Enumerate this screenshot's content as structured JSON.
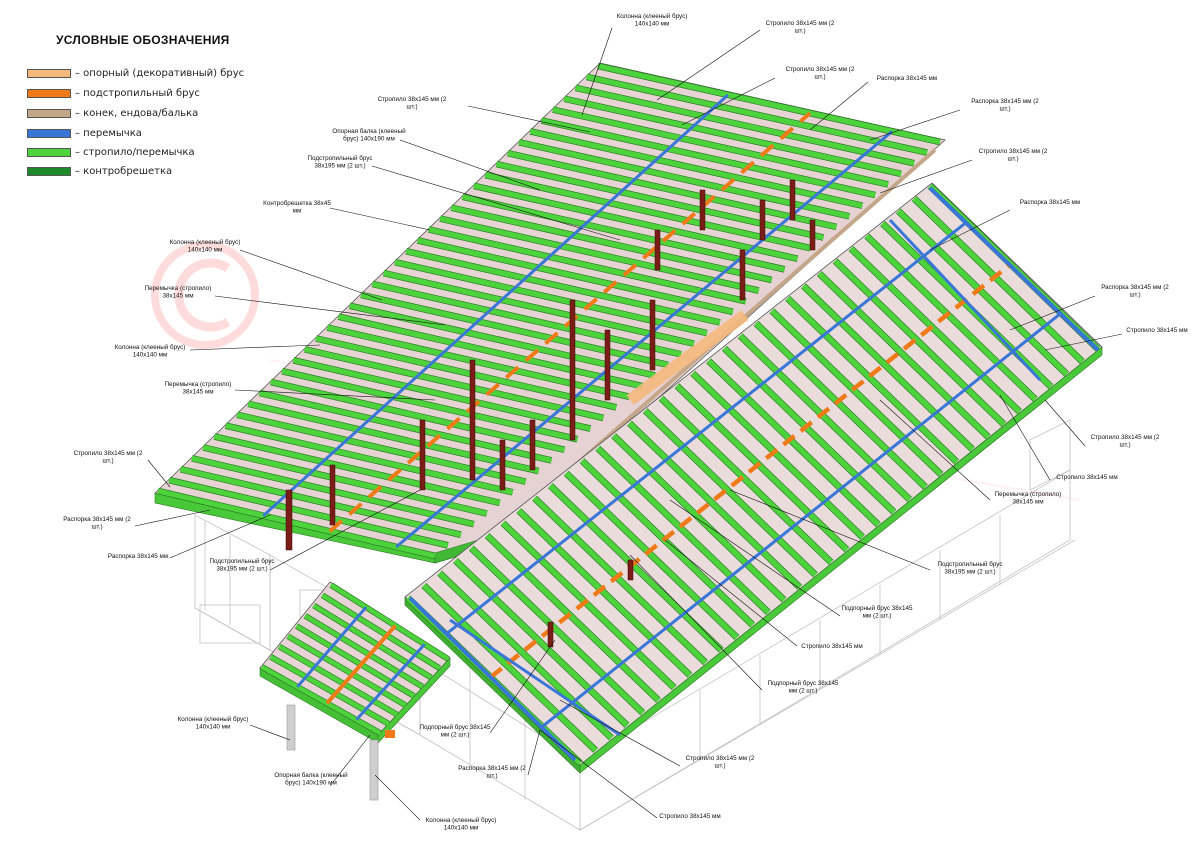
{
  "legend": {
    "title": "УСЛОВНЫЕ ОБОЗНАЧЕНИЯ",
    "items": [
      {
        "label": "– опорный (декоративный) брус",
        "color": "#f5b97e"
      },
      {
        "label": "– подстропильный брус",
        "color": "#f07a18"
      },
      {
        "label": "– конек, ендова/балька",
        "color": "#c4a68a"
      },
      {
        "label": "– перемычка",
        "color": "#3a76d8"
      },
      {
        "label": "– стропило/перемычка",
        "color": "#4dd43c"
      },
      {
        "label": "– контробрешетка",
        "color": "#1f8a2c"
      }
    ]
  },
  "callouts": [
    {
      "id": "c01",
      "lines": [
        "Колонна (клееный брус)",
        "140x140 мм"
      ]
    },
    {
      "id": "c02",
      "lines": [
        "Стропило 38x145 мм (2",
        "шт.)"
      ]
    },
    {
      "id": "c03",
      "lines": [
        "Стропило 38x145 мм (2",
        "шт.)"
      ]
    },
    {
      "id": "c04",
      "lines": [
        "Распорка 38x145 мм"
      ]
    },
    {
      "id": "c05",
      "lines": [
        "Распорка 38x145 мм (2",
        "шт.)"
      ]
    },
    {
      "id": "c06",
      "lines": [
        "Стропило 38x145 мм (2",
        "шт.)"
      ]
    },
    {
      "id": "c07",
      "lines": [
        "Стропило 38x145 мм (2",
        "шт.)"
      ]
    },
    {
      "id": "c08",
      "lines": [
        "Опорная балка (клееный",
        "брус) 140x190 мм"
      ]
    },
    {
      "id": "c09",
      "lines": [
        "Подстропильный брус",
        "38x195 мм (2 шт.)"
      ]
    },
    {
      "id": "c10",
      "lines": [
        "Контробрешетка 38x45",
        "мм"
      ]
    },
    {
      "id": "c11",
      "lines": [
        "Колонна (клееный брус)",
        "140x140 мм"
      ]
    },
    {
      "id": "c12",
      "lines": [
        "Перемычка (стропило)",
        "38x145 мм"
      ]
    },
    {
      "id": "c13",
      "lines": [
        "Колонна (клееный брус)",
        "140x140 мм"
      ]
    },
    {
      "id": "c14",
      "lines": [
        "Перемычка (стропило)",
        "38x145 мм"
      ]
    },
    {
      "id": "c15",
      "lines": [
        "Стропило 38x145 мм (2",
        "шт.)"
      ]
    },
    {
      "id": "c16",
      "lines": [
        "Распорка 38x145 мм (2",
        "шт.)"
      ]
    },
    {
      "id": "c17",
      "lines": [
        "Распорка 38x145 мм"
      ]
    },
    {
      "id": "c18",
      "lines": [
        "Подстропильный брус",
        "38x195 мм (2 шт.)"
      ]
    },
    {
      "id": "c19",
      "lines": [
        "Распорка 38x145 мм"
      ]
    },
    {
      "id": "c20",
      "lines": [
        "Распорка 38x145 мм (2",
        "шт.)"
      ]
    },
    {
      "id": "c21",
      "lines": [
        "Стропило 38x145 мм"
      ]
    },
    {
      "id": "c22",
      "lines": [
        "Стропило 38x145 мм (2",
        "шт.)"
      ]
    },
    {
      "id": "c23",
      "lines": [
        "Стропило 38x145 мм"
      ]
    },
    {
      "id": "c24",
      "lines": [
        "Перемычка (стропило)",
        "38x145 мм"
      ]
    },
    {
      "id": "c25",
      "lines": [
        "Подстропильный брус",
        "38x195 мм (2 шт.)"
      ]
    },
    {
      "id": "c26",
      "lines": [
        "Подпорный брус 38x145",
        "мм (2 шт.)"
      ]
    },
    {
      "id": "c27",
      "lines": [
        "Стропило 38x145 мм"
      ]
    },
    {
      "id": "c28",
      "lines": [
        "Подпорный брус 38x145",
        "мм (2 шт.)"
      ]
    },
    {
      "id": "c29",
      "lines": [
        "Подпорный брус 38x145",
        "мм (2 шт.)"
      ]
    },
    {
      "id": "c30",
      "lines": [
        "Распорка 38x145 мм (2",
        "шт.)"
      ]
    },
    {
      "id": "c31",
      "lines": [
        "Стропило 38x145 мм (2",
        "шт.)"
      ]
    },
    {
      "id": "c32",
      "lines": [
        "Стропило 38x145 мм"
      ]
    },
    {
      "id": "c33",
      "lines": [
        "Колонна (клееный брус)",
        "140x140 мм"
      ]
    },
    {
      "id": "c34",
      "lines": [
        "Опорная балка (клееный",
        "брус) 140x190 мм"
      ]
    },
    {
      "id": "c35",
      "lines": [
        "Колонна (клееный брус)",
        "140x140 мм"
      ]
    }
  ]
}
